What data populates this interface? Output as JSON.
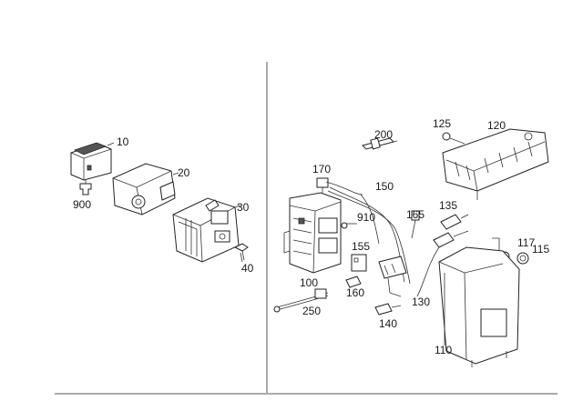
{
  "diagram": {
    "callouts": [
      {
        "id": "10",
        "text": "10"
      },
      {
        "id": "20",
        "text": "20"
      },
      {
        "id": "30",
        "text": "30"
      },
      {
        "id": "40",
        "text": "40"
      },
      {
        "id": "900",
        "text": "900"
      },
      {
        "id": "100",
        "text": "100"
      },
      {
        "id": "110",
        "text": "110"
      },
      {
        "id": "115",
        "text": "115"
      },
      {
        "id": "117",
        "text": "117"
      },
      {
        "id": "120",
        "text": "120"
      },
      {
        "id": "125",
        "text": "125"
      },
      {
        "id": "130",
        "text": "130"
      },
      {
        "id": "135",
        "text": "135"
      },
      {
        "id": "140",
        "text": "140"
      },
      {
        "id": "150",
        "text": "150"
      },
      {
        "id": "155",
        "text": "155"
      },
      {
        "id": "160",
        "text": "160"
      },
      {
        "id": "165",
        "text": "165"
      },
      {
        "id": "170",
        "text": "170"
      },
      {
        "id": "200",
        "text": "200"
      },
      {
        "id": "250",
        "text": "250"
      },
      {
        "id": "910",
        "text": "910"
      }
    ]
  }
}
